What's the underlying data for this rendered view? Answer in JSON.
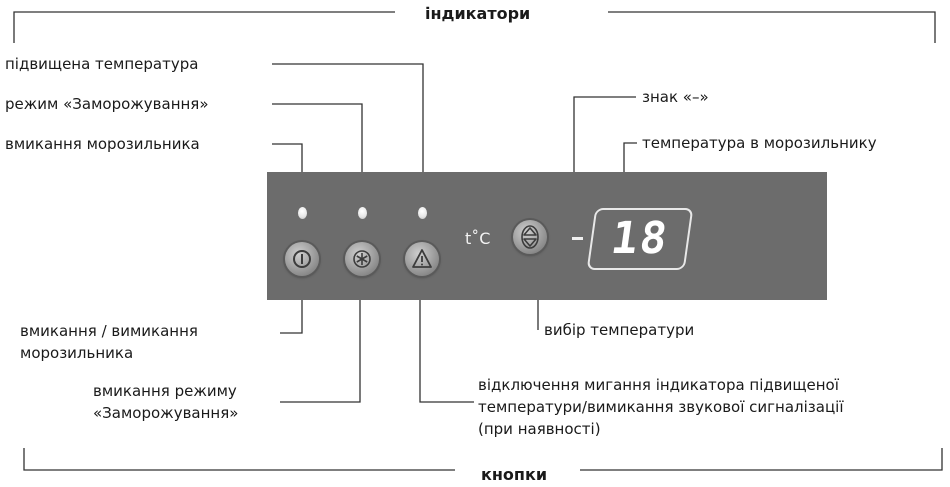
{
  "header": {
    "indicators_label": "індикатори",
    "buttons_label": "кнопки"
  },
  "indicator_labels": {
    "high_temperature": "підвищена температура",
    "freeze_mode": "режим «Заморожування»",
    "freezer_on": "вмикання морозильника",
    "minus_sign": "знак «–»",
    "freezer_temperature": "температура в морозильнику"
  },
  "button_labels": {
    "power_line1": "вмикання / вимикання",
    "power_line2": "морозильника",
    "freeze_line1": "вмикання режиму",
    "freeze_line2": "«Заморожування»",
    "select_temperature": "вибір температури",
    "alarm_line1": "відключення мигання індикатора підвищеної",
    "alarm_line2": "температури/вимикання звукової сигналізації",
    "alarm_line3": "(при наявності)"
  },
  "panel": {
    "temp_unit": "t˚C",
    "display_value": "18",
    "minus_symbol": "–"
  },
  "icons": {
    "power": "power-icon",
    "snowflake": "snowflake-icon",
    "warning": "warning-triangle-icon",
    "arrows": "up-down-arrows-icon"
  },
  "colors": {
    "panel": "#6c6c6c",
    "led": "#f2f2f2",
    "lines": "#333333"
  }
}
